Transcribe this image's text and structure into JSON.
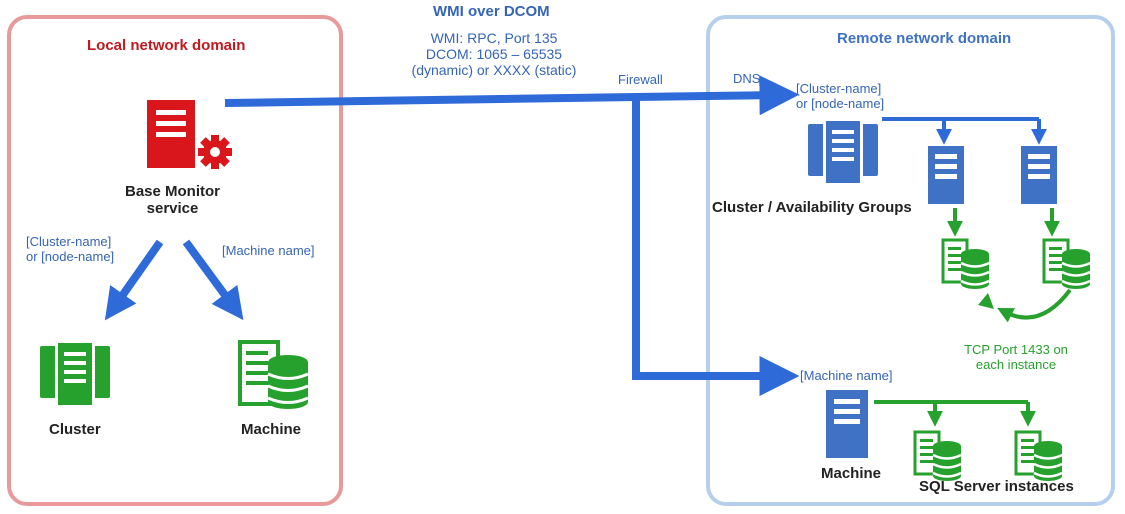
{
  "local_domain": {
    "title": "Local network domain",
    "service_label_line1": "Base Monitor",
    "service_label_line2": "service",
    "left_edge_label_line1": "[Cluster-name]",
    "left_edge_label_line2": "or [node-name]",
    "right_edge_label": "[Machine name]",
    "cluster_label": "Cluster",
    "machine_label": "Machine"
  },
  "connection": {
    "title": "WMI over DCOM",
    "line1": "WMI: RPC, Port 135",
    "line2": "DCOM: 1065 – 65535",
    "line3": "(dynamic) or XXXX (static)",
    "firewall_label": "Firewall",
    "dns_label": "DNS"
  },
  "remote_domain": {
    "title": "Remote network domain",
    "cluster_target_line1": "[Cluster-name]",
    "cluster_target_line2": "or [node-name]",
    "cluster_label": "Cluster / Availability Groups",
    "tcp_line1": "TCP Port 1433 on",
    "tcp_line2": "each instance",
    "machine_target": "[Machine name]",
    "machine_label": "Machine",
    "sql_label": "SQL Server instances"
  },
  "colors": {
    "local_border": "#E89A9A",
    "local_title": "#C0191F",
    "remote_border": "#B6CFEC",
    "remote_title": "#3F72C4",
    "arrow_blue": "#2F6BD8",
    "server_blue": "#3F72C4",
    "green": "#27A12E",
    "red": "#D9161C",
    "text_dark": "#222222",
    "text_blue": "#3565B5"
  }
}
